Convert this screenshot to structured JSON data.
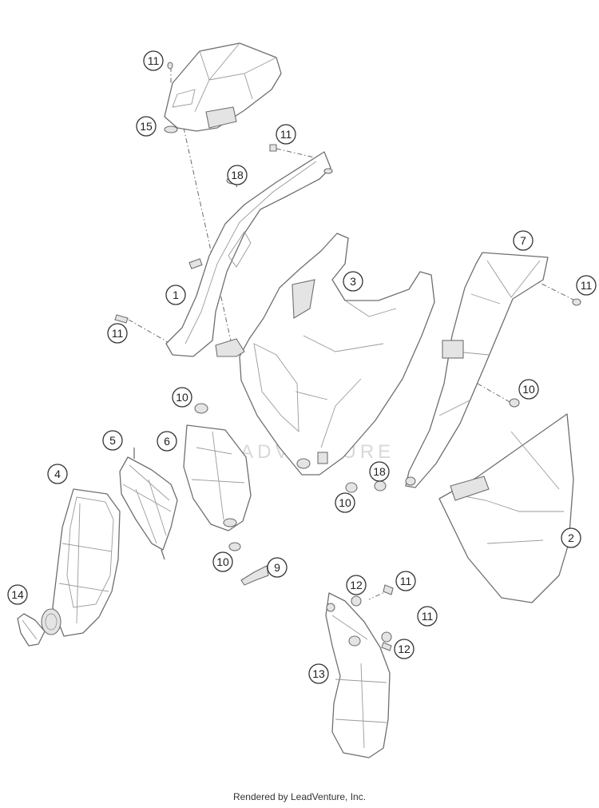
{
  "diagram": {
    "watermark": "LEADVENTURE",
    "callouts": [
      {
        "id": "c1",
        "label": "11"
      },
      {
        "id": "c2",
        "label": "15"
      },
      {
        "id": "c3",
        "label": "11"
      },
      {
        "id": "c4",
        "label": "18"
      },
      {
        "id": "c5",
        "label": "7"
      },
      {
        "id": "c6",
        "label": "3"
      },
      {
        "id": "c7",
        "label": "1"
      },
      {
        "id": "c8",
        "label": "11"
      },
      {
        "id": "c9",
        "label": "11"
      },
      {
        "id": "c10",
        "label": "10"
      },
      {
        "id": "c11",
        "label": "10"
      },
      {
        "id": "c12",
        "label": "5"
      },
      {
        "id": "c13",
        "label": "6"
      },
      {
        "id": "c14",
        "label": "4"
      },
      {
        "id": "c15",
        "label": "18"
      },
      {
        "id": "c16",
        "label": "10"
      },
      {
        "id": "c17",
        "label": "2"
      },
      {
        "id": "c18",
        "label": "10"
      },
      {
        "id": "c19",
        "label": "9"
      },
      {
        "id": "c20",
        "label": "12"
      },
      {
        "id": "c21",
        "label": "11"
      },
      {
        "id": "c22",
        "label": "14"
      },
      {
        "id": "c23",
        "label": "11"
      },
      {
        "id": "c24",
        "label": "12"
      },
      {
        "id": "c25",
        "label": "13"
      }
    ]
  },
  "footer": {
    "credit": "Rendered by LeadVenture, Inc."
  }
}
